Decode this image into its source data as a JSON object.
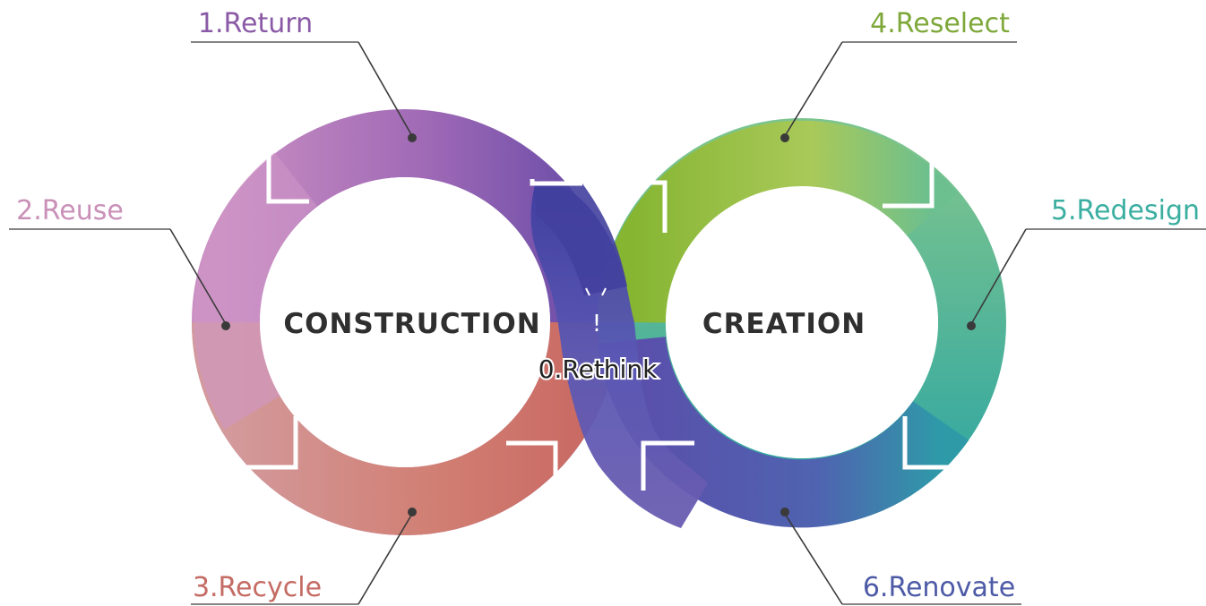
{
  "rings": {
    "left_label": "CONSTRUCTION",
    "right_label": "CREATION"
  },
  "center": {
    "label": "0.Rethink",
    "mark": "!"
  },
  "steps": [
    {
      "label": "1.Return",
      "color": "#8a5aa6"
    },
    {
      "label": "2.Reuse",
      "color": "#c990b8"
    },
    {
      "label": "3.Recycle",
      "color": "#c46b63"
    },
    {
      "label": "4.Reselect",
      "color": "#7ea83a"
    },
    {
      "label": "5.Redesign",
      "color": "#3aaea0"
    },
    {
      "label": "6.Renovate",
      "color": "#4d5aa6"
    }
  ],
  "colors": {
    "return": "#9a5db0",
    "reuse": "#c98ec2",
    "recycle": "#d07f72",
    "rethink": "#4a4aa8",
    "reselect": "#8fb83c",
    "redesign": "#3fb0a4",
    "renovate": "#5560b0"
  }
}
